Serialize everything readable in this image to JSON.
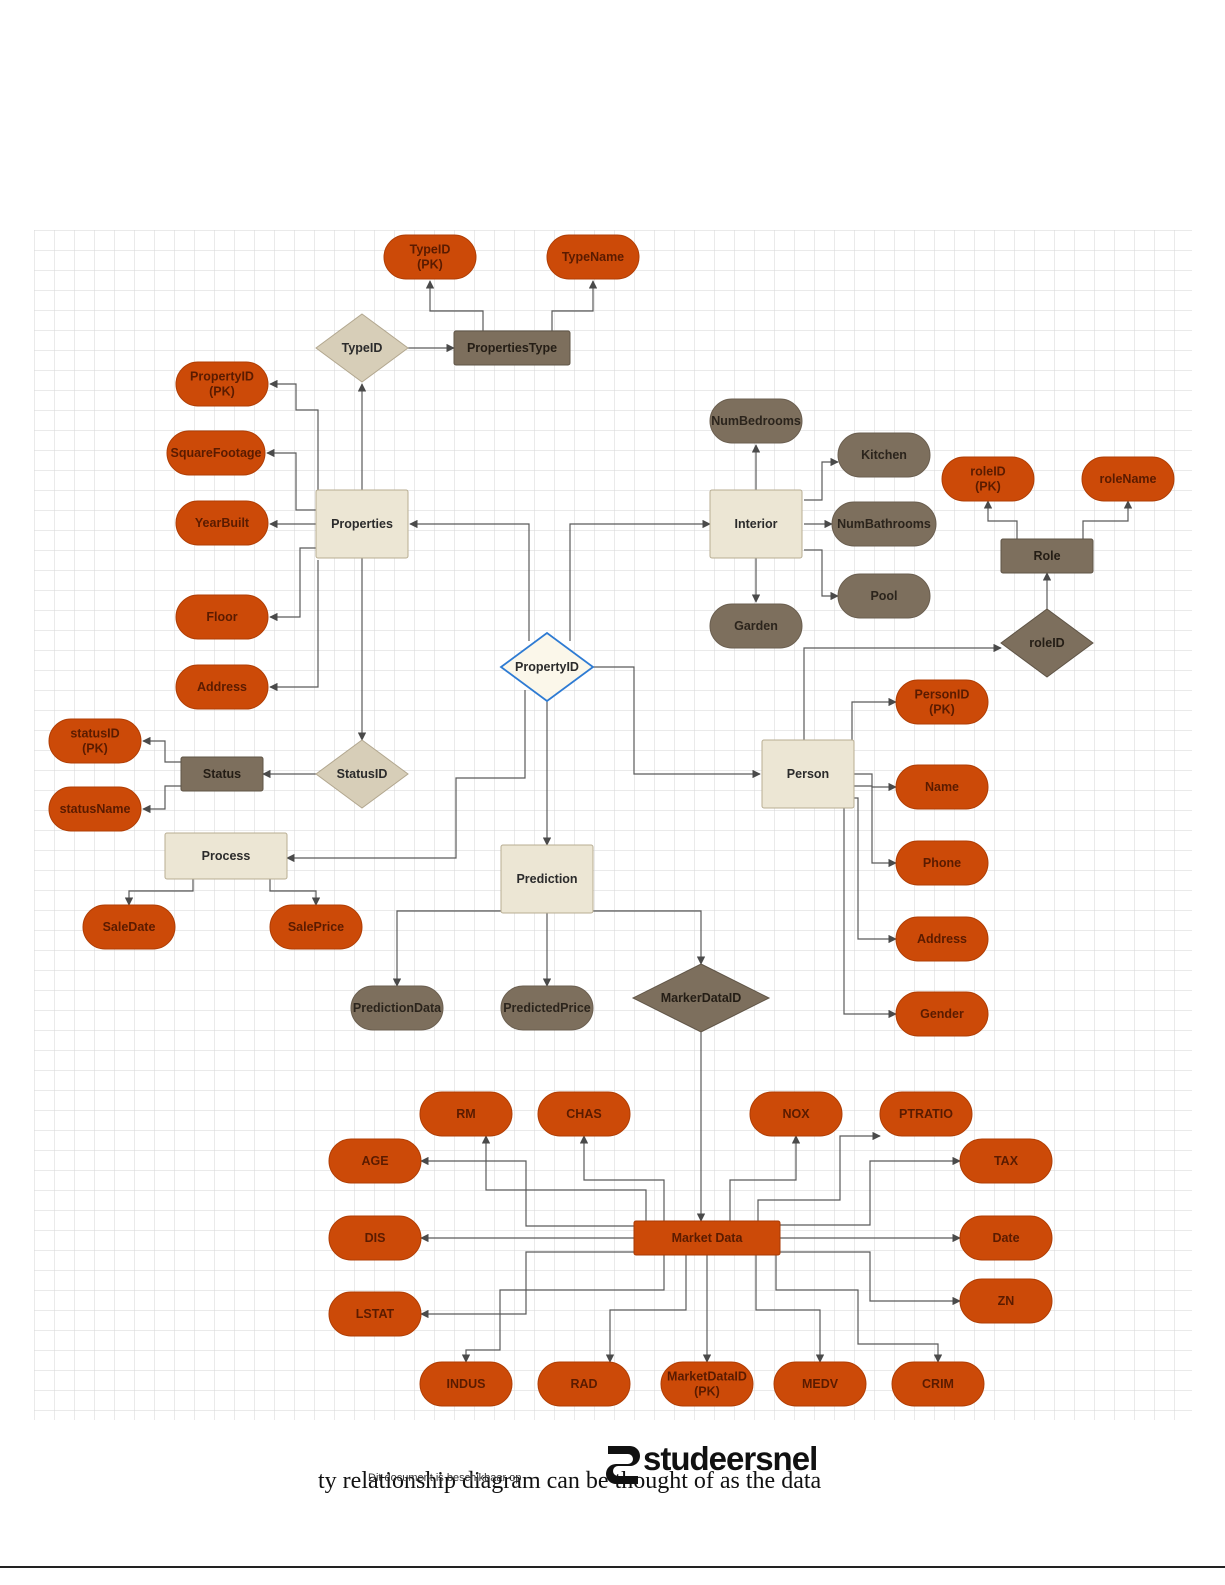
{
  "colors": {
    "attribute": "#cc4a08",
    "attribute_text": "#5a1b00",
    "derived": "#7d6f5d",
    "derived_text": "#2b241c",
    "entity_light": "#ece6d4",
    "entity_dark": "#7d6f5d",
    "relation_light": "#d7ceb8",
    "relation_focus_fill": "#fbf7ea",
    "relation_focus_stroke": "#2e7bd3",
    "grid": "#d6d6d6",
    "line": "#555555"
  },
  "nodes": [
    {
      "id": "typeid_pk",
      "kind": "attr",
      "label": [
        "TypeID",
        "(PK)"
      ]
    },
    {
      "id": "typename",
      "kind": "attr",
      "label": [
        "TypeName"
      ]
    },
    {
      "id": "typeid_rel",
      "kind": "rel",
      "label": [
        "TypeID"
      ]
    },
    {
      "id": "propertiestype",
      "kind": "entity_dark",
      "label": [
        "PropertiesType"
      ]
    },
    {
      "id": "propertyid_pk",
      "kind": "attr",
      "label": [
        "PropertyID",
        "(PK)"
      ]
    },
    {
      "id": "squarefootage",
      "kind": "attr",
      "label": [
        "SquareFootage"
      ]
    },
    {
      "id": "yearbuilt",
      "kind": "attr",
      "label": [
        "YearBuilt"
      ]
    },
    {
      "id": "floor",
      "kind": "attr",
      "label": [
        "Floor"
      ]
    },
    {
      "id": "address_prop",
      "kind": "attr",
      "label": [
        "Address"
      ]
    },
    {
      "id": "properties",
      "kind": "entity",
      "label": [
        "Properties"
      ]
    },
    {
      "id": "numbedrooms",
      "kind": "derived",
      "label": [
        "NumBedrooms"
      ]
    },
    {
      "id": "kitchen",
      "kind": "derived",
      "label": [
        "Kitchen"
      ]
    },
    {
      "id": "numbathrooms",
      "kind": "derived",
      "label": [
        "NumBathrooms"
      ]
    },
    {
      "id": "pool",
      "kind": "derived",
      "label": [
        "Pool"
      ]
    },
    {
      "id": "garden",
      "kind": "derived",
      "label": [
        "Garden"
      ]
    },
    {
      "id": "interior",
      "kind": "entity",
      "label": [
        "Interior"
      ]
    },
    {
      "id": "roleid_pk",
      "kind": "attr",
      "label": [
        "roleID",
        "(PK)"
      ]
    },
    {
      "id": "rolename",
      "kind": "attr",
      "label": [
        "roleName"
      ]
    },
    {
      "id": "role",
      "kind": "entity_dark",
      "label": [
        "Role"
      ]
    },
    {
      "id": "roleid_rel",
      "kind": "rel_dark",
      "label": [
        "roleID"
      ]
    },
    {
      "id": "propertyid_rel",
      "kind": "rel_focus",
      "label": [
        "PropertyID"
      ]
    },
    {
      "id": "statusid_pk",
      "kind": "attr",
      "label": [
        "statusID",
        "(PK)"
      ]
    },
    {
      "id": "statusname",
      "kind": "attr",
      "label": [
        "statusName"
      ]
    },
    {
      "id": "status",
      "kind": "entity_dark",
      "label": [
        "Status"
      ]
    },
    {
      "id": "statusid_rel",
      "kind": "rel",
      "label": [
        "StatusID"
      ]
    },
    {
      "id": "process",
      "kind": "entity",
      "label": [
        "Process"
      ]
    },
    {
      "id": "saledate",
      "kind": "attr",
      "label": [
        "SaleDate"
      ]
    },
    {
      "id": "saleprice",
      "kind": "attr",
      "label": [
        "SalePrice"
      ]
    },
    {
      "id": "personid_pk",
      "kind": "attr",
      "label": [
        "PersonID",
        "(PK)"
      ]
    },
    {
      "id": "person",
      "kind": "entity",
      "label": [
        "Person"
      ]
    },
    {
      "id": "name",
      "kind": "attr",
      "label": [
        "Name"
      ]
    },
    {
      "id": "phone",
      "kind": "attr",
      "label": [
        "Phone"
      ]
    },
    {
      "id": "address_person",
      "kind": "attr",
      "label": [
        "Address"
      ]
    },
    {
      "id": "gender",
      "kind": "attr",
      "label": [
        "Gender"
      ]
    },
    {
      "id": "prediction",
      "kind": "entity",
      "label": [
        "Prediction"
      ]
    },
    {
      "id": "predictiondata",
      "kind": "derived",
      "label": [
        "PredictionData"
      ]
    },
    {
      "id": "predictedprice",
      "kind": "derived",
      "label": [
        "PredictedPrice"
      ]
    },
    {
      "id": "markerdataid_rel",
      "kind": "rel_dark",
      "label": [
        "MarkerDataID"
      ]
    },
    {
      "id": "rm",
      "kind": "attr",
      "label": [
        "RM"
      ]
    },
    {
      "id": "chas",
      "kind": "attr",
      "label": [
        "CHAS"
      ]
    },
    {
      "id": "nox",
      "kind": "attr",
      "label": [
        "NOX"
      ]
    },
    {
      "id": "ptratio",
      "kind": "attr",
      "label": [
        "PTRATIO"
      ]
    },
    {
      "id": "age",
      "kind": "attr",
      "label": [
        "AGE"
      ]
    },
    {
      "id": "tax",
      "kind": "attr",
      "label": [
        "TAX"
      ]
    },
    {
      "id": "dis",
      "kind": "attr",
      "label": [
        "DIS"
      ]
    },
    {
      "id": "marketdata",
      "kind": "entity_orange",
      "label": [
        "Market Data"
      ]
    },
    {
      "id": "date",
      "kind": "attr",
      "label": [
        "Date"
      ]
    },
    {
      "id": "lstat",
      "kind": "attr",
      "label": [
        "LSTAT"
      ]
    },
    {
      "id": "zn",
      "kind": "attr",
      "label": [
        "ZN"
      ]
    },
    {
      "id": "indus",
      "kind": "attr",
      "label": [
        "INDUS"
      ]
    },
    {
      "id": "rad",
      "kind": "attr",
      "label": [
        "RAD"
      ]
    },
    {
      "id": "marketdataid_pk",
      "kind": "attr",
      "label": [
        "MarketDataID",
        "(PK)"
      ]
    },
    {
      "id": "medv",
      "kind": "attr",
      "label": [
        "MEDV"
      ]
    },
    {
      "id": "crim",
      "kind": "attr",
      "label": [
        "CRIM"
      ]
    }
  ],
  "footer": {
    "line": "ty relationship diagram can be thought of as the data",
    "note": "Dit document is beschikbaar op",
    "brand": "studeersnel"
  }
}
